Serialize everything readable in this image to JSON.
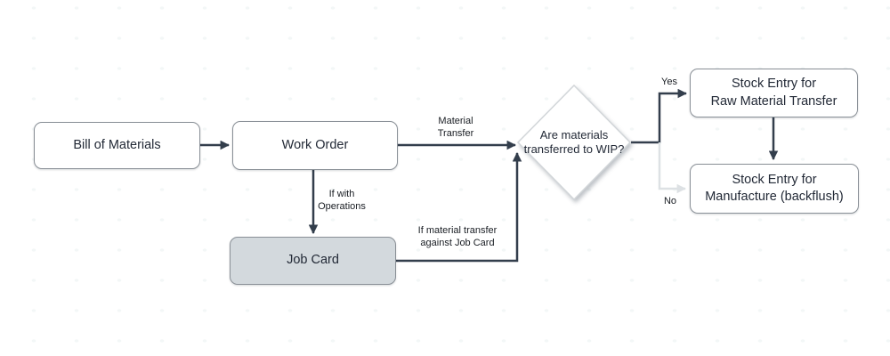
{
  "colors": {
    "canvas_bg": "#ffffff",
    "dot_grid": "#f3f7f7",
    "node_border": "#8a9097",
    "node_fill": "#ffffff",
    "job_card_fill": "#d3d9dd",
    "node_text": "#222936",
    "label_text": "#181c22",
    "edge_dark": "#333e4c",
    "edge_light": "#dde1e4",
    "diamond_border": "#d2d6d9",
    "diamond_fill": "#ffffff"
  },
  "nodes": {
    "bill_of_materials": {
      "label": "Bill of Materials"
    },
    "work_order": {
      "label": "Work Order"
    },
    "job_card": {
      "label": "Job Card"
    },
    "decision": {
      "line1": "Are materials",
      "line2": "transferred to WIP?"
    },
    "stock_entry_raw_material": {
      "line1": "Stock Entry for",
      "line2": "Raw Material Transfer"
    },
    "stock_entry_manufacture": {
      "line1": "Stock Entry for",
      "line2": "Manufacture (backflush)"
    }
  },
  "edge_labels": {
    "material_transfer": {
      "line1": "Material",
      "line2": "Transfer"
    },
    "if_with_operations": {
      "line1": "If with",
      "line2": "Operations"
    },
    "if_material_transfer": {
      "line1": "If material transfer",
      "line2": "against Job Card"
    },
    "yes": "Yes",
    "no": "No"
  }
}
